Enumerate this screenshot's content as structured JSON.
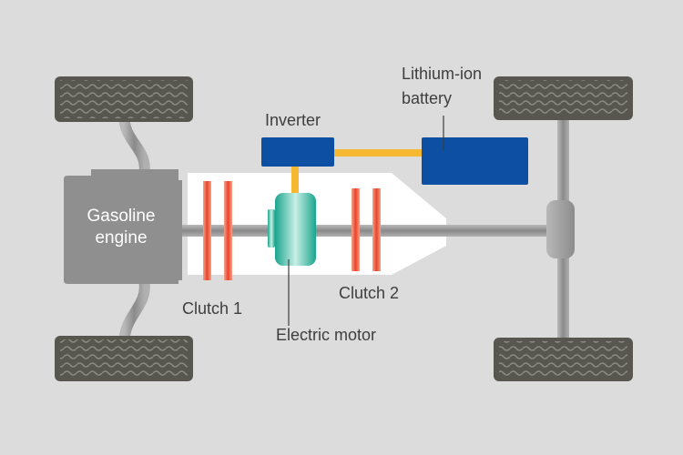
{
  "labels": {
    "engine_line1": "Gasoline",
    "engine_line2": "engine",
    "inverter": "Inverter",
    "battery_line1": "Lithium-ion",
    "battery_line2": "battery",
    "clutch1": "Clutch 1",
    "clutch2": "Clutch 2",
    "motor": "Electric motor"
  },
  "icons": [
    "tire-front-left",
    "tire-rear-left",
    "tire-front-right",
    "tire-rear-right",
    "clutch-plates",
    "electric-motor",
    "differential"
  ],
  "colors": {
    "background": "#dcdcdc",
    "tire": "#57574f",
    "tire_tread": "#8a8a80",
    "axle": "#9d9d9d",
    "engine": "#8f8f8f",
    "transmission_housing": "#ffffff",
    "clutch": "#e8442a",
    "motor": "#1aa58c",
    "inverter": "#0d4fa3",
    "battery": "#0d4fa3",
    "cable": "#f6b830"
  }
}
